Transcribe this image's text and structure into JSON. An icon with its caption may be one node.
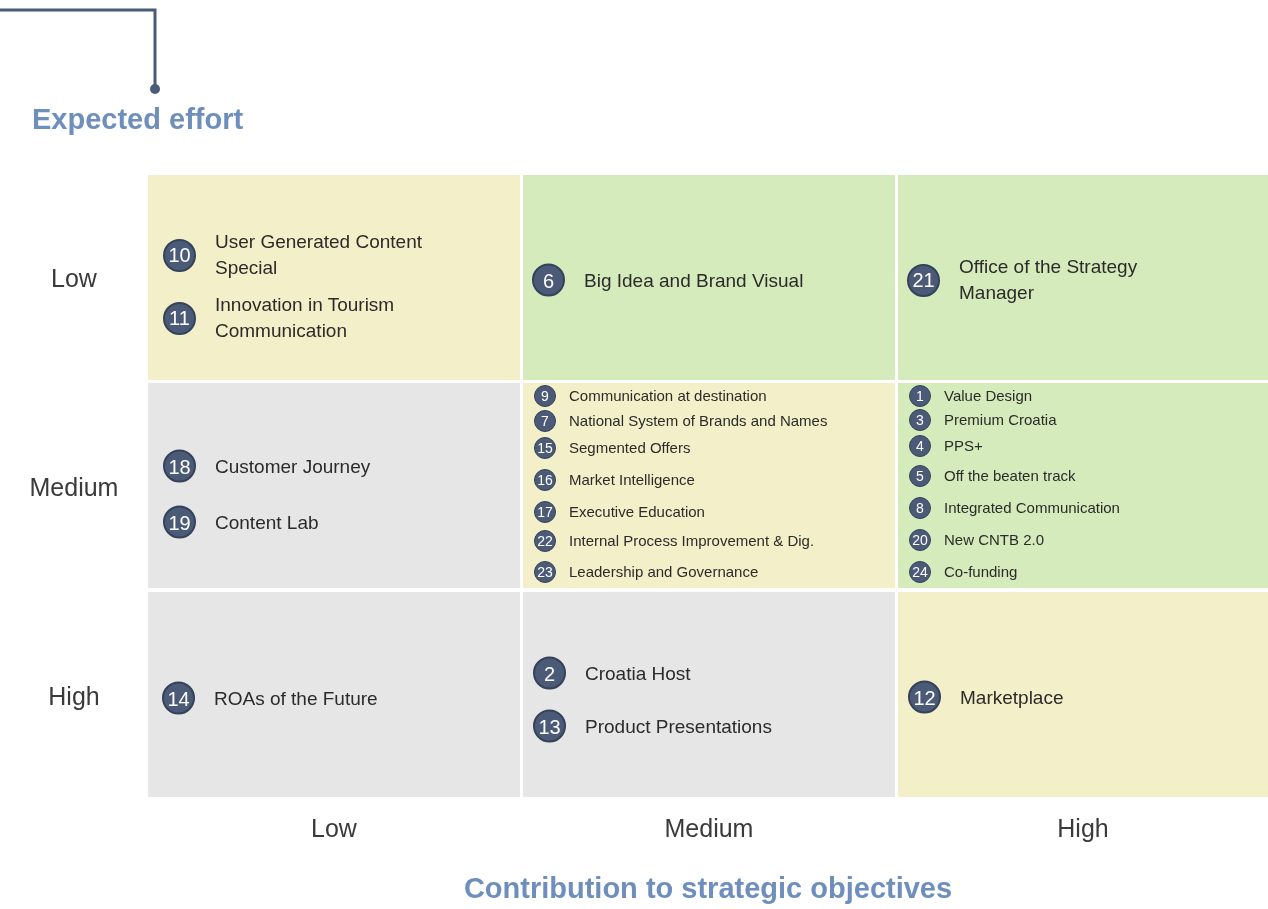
{
  "diagram": {
    "nodes": [
      {
        "text": [
          "Expected effort"
        ]
      },
      {
        "text": [],
        "shape": "box"
      },
      {
        "text": [
          "10",
          "User Generated Content Special"
        ],
        "in": 1
      },
      {
        "text": [
          "11",
          "Innovation in Tourism Communication"
        ],
        "in": 1
      },
      {
        "text": [],
        "shape": "box"
      },
      {
        "text": [
          "6",
          "Big Idea and Brand Visual"
        ],
        "in": 4
      },
      {
        "text": [],
        "shape": "box"
      },
      {
        "text": [
          "21",
          "Office of the Strategy Manager"
        ],
        "in": 6
      },
      {
        "text": [],
        "shape": "box"
      },
      {
        "text": [
          "18",
          "Customer Journey"
        ],
        "in": 8
      },
      {
        "text": [
          "19",
          "Content Lab"
        ],
        "in": 8
      },
      {
        "text": [],
        "shape": "box"
      },
      {
        "text": [
          "9",
          "Communication at destination"
        ],
        "in": 11
      },
      {
        "text": [
          "7",
          "National System of Brands and Names"
        ],
        "in": 11
      },
      {
        "text": [
          "15",
          "Segmented Offers"
        ],
        "in": 11
      },
      {
        "text": [
          "16",
          "Market Intelligence"
        ],
        "in": 11
      },
      {
        "text": [
          "17",
          "Executive Education"
        ],
        "in": 11
      },
      {
        "text": [
          "22",
          "Internal Process Improvement & Dig."
        ],
        "in": 11
      },
      {
        "text": [
          "23",
          "Leadership and Governance"
        ],
        "in": 11
      },
      {
        "text": [],
        "shape": "box"
      },
      {
        "text": [
          "1",
          "Value Design"
        ],
        "in": 19
      },
      {
        "text": [
          "3",
          "Premium Croatia"
        ],
        "in": 19
      },
      {
        "text": [
          "4",
          "PPS+"
        ],
        "in": 19
      },
      {
        "text": [
          "5",
          "Off the beaten track"
        ],
        "in": 19
      },
      {
        "text": [
          "8",
          "Integrated Communication"
        ],
        "in": 19
      },
      {
        "text": [
          "20",
          "New CNTB 2.0"
        ],
        "in": 19
      },
      {
        "text": [
          "24",
          "Co-funding"
        ],
        "in": 19
      },
      {
        "text": [],
        "shape": "box"
      },
      {
        "text": [
          "14",
          "ROAs of the Future"
        ],
        "in": 27
      },
      {
        "text": [],
        "shape": "box"
      },
      {
        "text": [
          "2",
          "Croatia Host"
        ],
        "in": 29
      },
      {
        "text": [
          "13",
          "Product Presentations"
        ],
        "in": 29
      },
      {
        "text": [],
        "shape": "box"
      },
      {
        "text": [
          "12",
          "Marketplace"
        ],
        "in": 32
      }
    ],
    "labels": [
      "Low",
      "Medium",
      "High",
      "Low",
      "Medium",
      "High",
      "Contribution to strategic objectives"
    ]
  }
}
